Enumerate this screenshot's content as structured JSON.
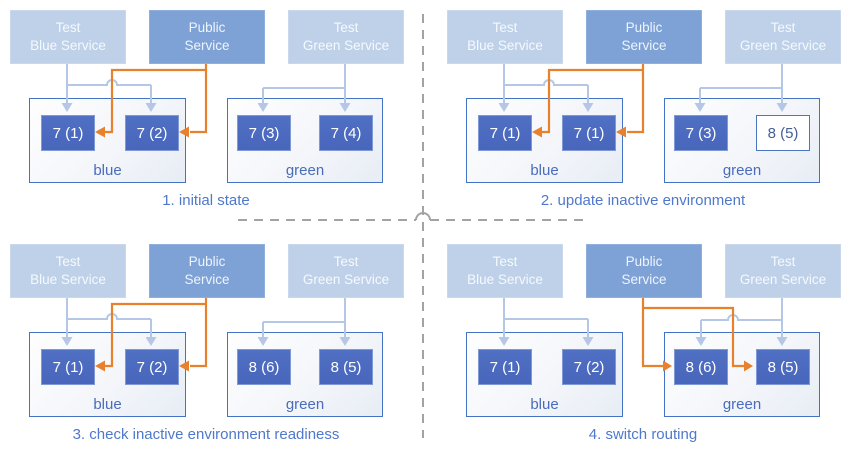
{
  "services": {
    "test_blue": {
      "line1": "Test",
      "line2": "Blue Service"
    },
    "public": {
      "line1": "Public",
      "line2": "Service"
    },
    "test_green": {
      "line1": "Test",
      "line2": "Green Service"
    }
  },
  "panels": [
    {
      "caption": "1. initial state",
      "public_routes_to": "blue",
      "blue_env": {
        "label": "blue",
        "nodes": [
          {
            "label": "7 (1)"
          },
          {
            "label": "7 (2)"
          }
        ]
      },
      "green_env": {
        "label": "green",
        "nodes": [
          {
            "label": "7 (3)"
          },
          {
            "label": "7 (4)"
          }
        ]
      }
    },
    {
      "caption": "2. update inactive environment",
      "public_routes_to": "blue",
      "blue_env": {
        "label": "blue",
        "nodes": [
          {
            "label": "7 (1)"
          },
          {
            "label": "7 (1)"
          }
        ]
      },
      "green_env": {
        "label": "green",
        "nodes": [
          {
            "label": "7 (3)"
          },
          {
            "label": "8 (5)"
          }
        ]
      }
    },
    {
      "caption": "3. check inactive environment readiness",
      "public_routes_to": "blue",
      "blue_env": {
        "label": "blue",
        "nodes": [
          {
            "label": "7 (1)"
          },
          {
            "label": "7 (2)"
          }
        ]
      },
      "green_env": {
        "label": "green",
        "nodes": [
          {
            "label": "8 (6)"
          },
          {
            "label": "8 (5)"
          }
        ]
      }
    },
    {
      "caption": "4. switch routing",
      "public_routes_to": "green",
      "blue_env": {
        "label": "blue",
        "nodes": [
          {
            "label": "7 (1)"
          },
          {
            "label": "7 (2)"
          }
        ]
      },
      "green_env": {
        "label": "green",
        "nodes": [
          {
            "label": "8 (6)"
          },
          {
            "label": "8 (5)"
          }
        ]
      }
    }
  ],
  "colors": {
    "service_light_box": "#bed1e9",
    "service_public_box": "#7ea2d6",
    "node_fill": "#4a6abe",
    "node_outline_text": "#455f94",
    "env_border": "#4472c4",
    "env_label_text": "#4a6cba",
    "caption_text": "#4f78cc",
    "arrow_light_blue": "#b4c7e7",
    "arrow_orange": "#e8812e",
    "divider_gray": "#a3a3a3",
    "box_text": "#ffffff"
  }
}
